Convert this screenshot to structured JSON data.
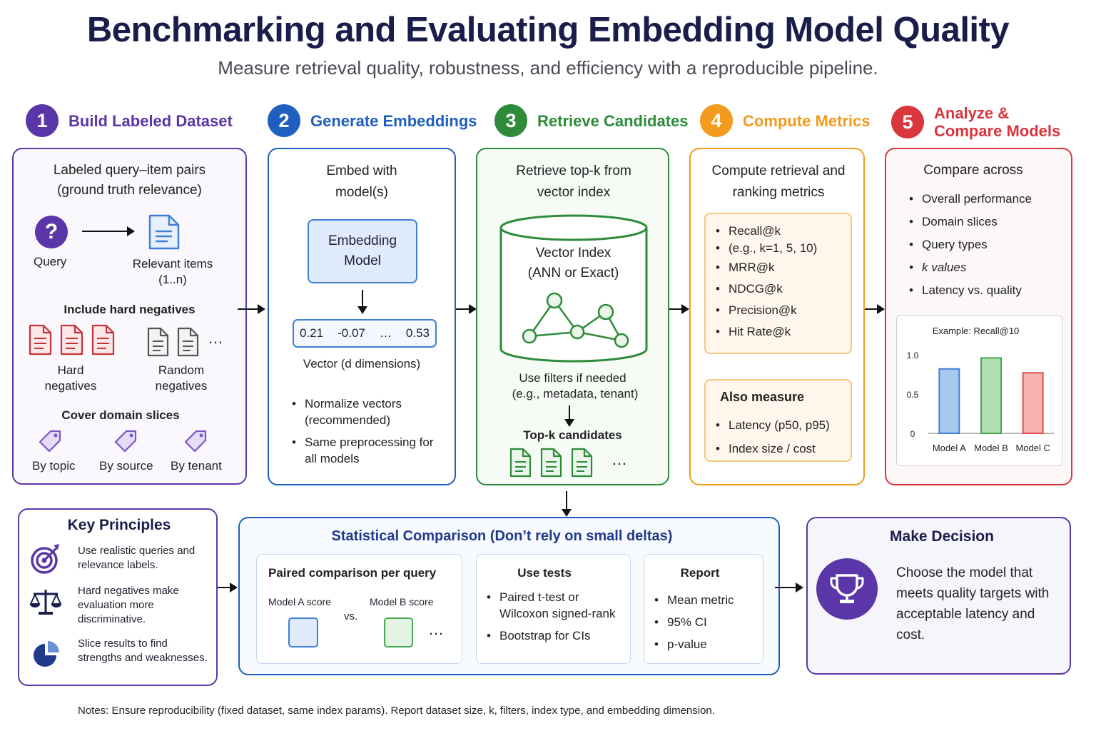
{
  "header": {
    "title": "Benchmarking and Evaluating Embedding Model Quality",
    "subtitle": "Measure retrieval quality, robustness, and efficiency with a reproducible pipeline."
  },
  "colors": {
    "step1": "#5b36a8",
    "step2": "#1f5fbf",
    "step3": "#2e8b3a",
    "step4": "#f29b1d",
    "step5": "#d9363e",
    "navy": "#1a1d4a"
  },
  "steps": [
    {
      "num": "1",
      "title": "Build Labeled Dataset"
    },
    {
      "num": "2",
      "title": "Generate Embeddings"
    },
    {
      "num": "3",
      "title": "Retrieve Candidates"
    },
    {
      "num": "4",
      "title": "Compute Metrics"
    },
    {
      "num": "5",
      "title": "Analyze & Compare Models"
    }
  ],
  "dataset": {
    "heading": "Labeled query–item pairs",
    "subheading": "(ground truth relevance)",
    "query_label": "Query",
    "relevant_label": "Relevant items",
    "relevant_count": "(1..n)",
    "hard_neg_heading": "Include hard negatives",
    "hard_neg_label": "Hard negatives",
    "random_neg_label": "Random negatives",
    "ellipsis": "…",
    "slices_heading": "Cover domain slices",
    "slices": [
      "By topic",
      "By source",
      "By tenant"
    ]
  },
  "embed": {
    "heading": "Embed with model(s)",
    "model_box": "Embedding Model",
    "vector_values": [
      "0.21",
      "-0.07",
      "…",
      "0.53"
    ],
    "vector_caption": "Vector (d dimensions)",
    "bullets": [
      "Normalize vectors (recommended)",
      "Same preprocessing for all models"
    ]
  },
  "retrieve": {
    "heading": "Retrieve top-k from vector index",
    "index_label": "Vector Index (ANN or Exact)",
    "filters": "Use filters if needed",
    "filters_example": "(e.g., metadata, tenant)",
    "candidates_label": "Top-k candidates",
    "ellipsis": "…"
  },
  "metrics": {
    "heading": "Compute retrieval and ranking metrics",
    "list": [
      "Recall@k",
      "MRR@k",
      "NDCG@k",
      "Precision@k",
      "Hit Rate@k"
    ],
    "recall_example": "(e.g., k=1, 5, 10)",
    "also_heading": "Also measure",
    "also_list": [
      "Latency (p50, p95)",
      "Index size / cost"
    ]
  },
  "analyze": {
    "heading": "Compare across",
    "list": [
      "Overall performance",
      "Domain slices",
      "Query types",
      "k values",
      "Latency vs. quality"
    ]
  },
  "chart_data": {
    "type": "bar",
    "title": "Example: Recall@10",
    "categories": [
      "Model A",
      "Model B",
      "Model C"
    ],
    "values": [
      0.82,
      0.96,
      0.77
    ],
    "colors": [
      "#a8c8f0",
      "#b2dfb2",
      "#f6b5b2"
    ],
    "borders": [
      "#3f7fd6",
      "#46a84f",
      "#e0504f"
    ],
    "ylim": [
      0,
      1.0
    ],
    "yticks": [
      "0",
      "0.5",
      "1.0"
    ],
    "xlabel": "",
    "ylabel": "",
    "grid": false
  },
  "principles": {
    "heading": "Key Principles",
    "items": [
      {
        "icon": "target-icon",
        "text": "Use realistic queries and relevance labels."
      },
      {
        "icon": "scale-icon",
        "text": "Hard negatives make evaluation more discriminative."
      },
      {
        "icon": "pie-icon",
        "text": "Slice results to find strengths and weaknesses."
      }
    ]
  },
  "stats": {
    "heading": "Statistical Comparison (Don’t rely on small deltas)",
    "paired_heading": "Paired comparison per query",
    "model_a": "Model A score",
    "model_b": "Model B score",
    "vs": "vs.",
    "ellipsis": "…",
    "tests_heading": "Use tests",
    "tests": [
      "Paired t-test or Wilcoxon signed-rank",
      "Bootstrap for CIs"
    ],
    "report_heading": "Report",
    "report": [
      "Mean metric",
      "95% CI",
      "p-value"
    ]
  },
  "decision": {
    "heading": "Make Decision",
    "text": "Choose the model that meets quality targets with acceptable latency and cost."
  },
  "notes": "Notes: Ensure reproducibility (fixed dataset, same index params). Report dataset size, k, filters, index type, and embedding dimension."
}
